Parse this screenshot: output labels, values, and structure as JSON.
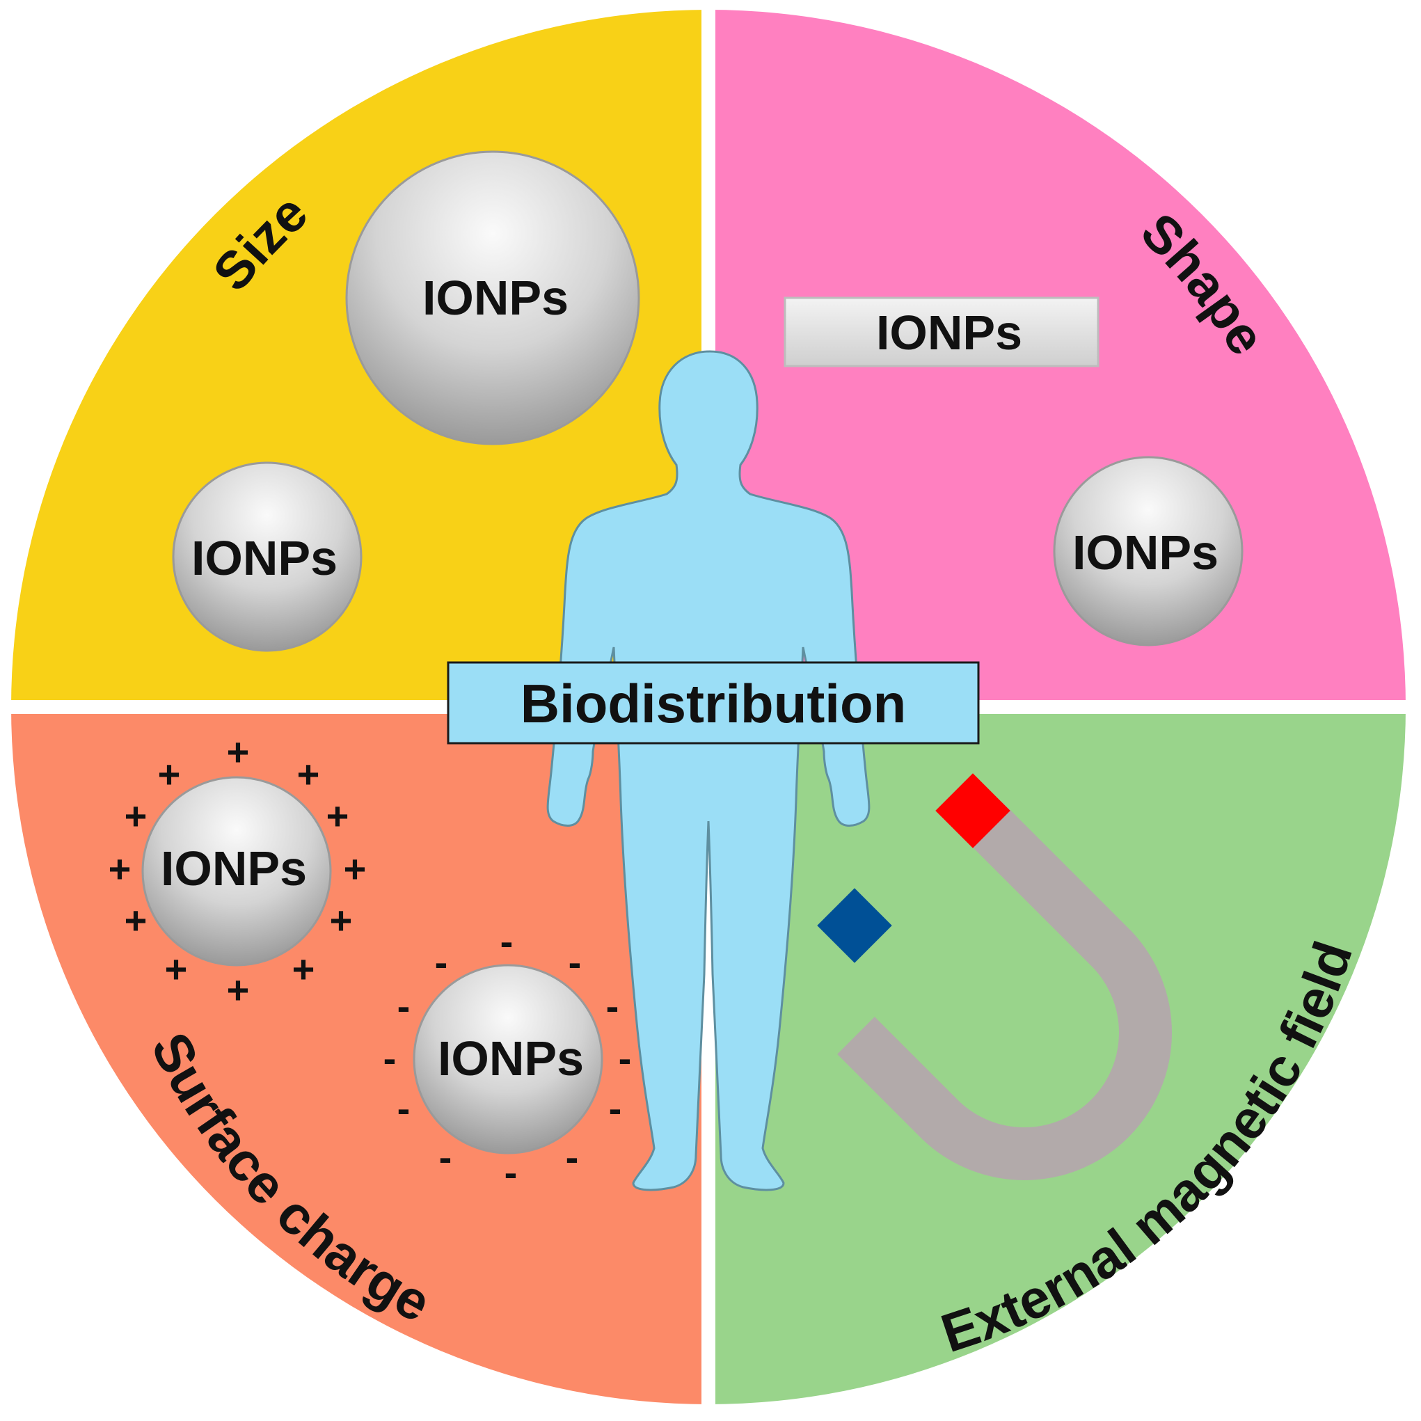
{
  "colors": {
    "size": "#f8d117",
    "shape": "#ff80c0",
    "surface_charge": "#fc8a68",
    "magnetic": "#99d48b",
    "body": "#9bdef6",
    "magnet_arc": "#b2aaaa",
    "magnet_north": "#ff0000",
    "magnet_south": "#005096"
  },
  "quadrants": {
    "size": {
      "label": "Size"
    },
    "shape": {
      "label": "Shape"
    },
    "surface_charge": {
      "label": "Surface charge"
    },
    "magnetic": {
      "label": "External magnetic field"
    }
  },
  "particles": {
    "size_large": "IONPs",
    "size_small": "IONPs",
    "shape_rod": "IONPs",
    "shape_sphere": "IONPs",
    "charge_positive": "IONPs",
    "charge_negative": "IONPs"
  },
  "charges": {
    "positive": "+",
    "negative": "-"
  },
  "center": {
    "label": "Biodistribution"
  },
  "icons": {
    "human": "human-silhouette-icon",
    "magnet": "horseshoe-magnet-icon"
  }
}
